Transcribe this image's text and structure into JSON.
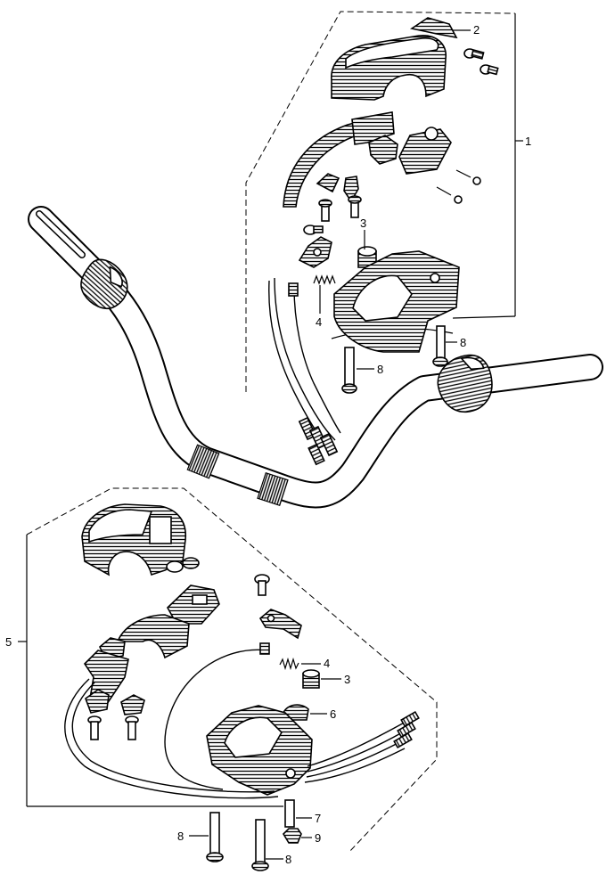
{
  "callouts": {
    "upper_assembly": "1",
    "upper_cover_part": "2",
    "upper_knob": "3",
    "upper_spring": "4",
    "upper_bolt_right": "8",
    "upper_bolt_left": "8",
    "lower_assembly": "5",
    "lower_spring": "4",
    "lower_knob": "3",
    "lower_piece": "6",
    "lower_screw": "7",
    "lower_nut": "9",
    "lower_bolt_left": "8",
    "lower_bolt_right": "8"
  },
  "colors": {
    "ink": "#000000",
    "paper": "#ffffff"
  }
}
